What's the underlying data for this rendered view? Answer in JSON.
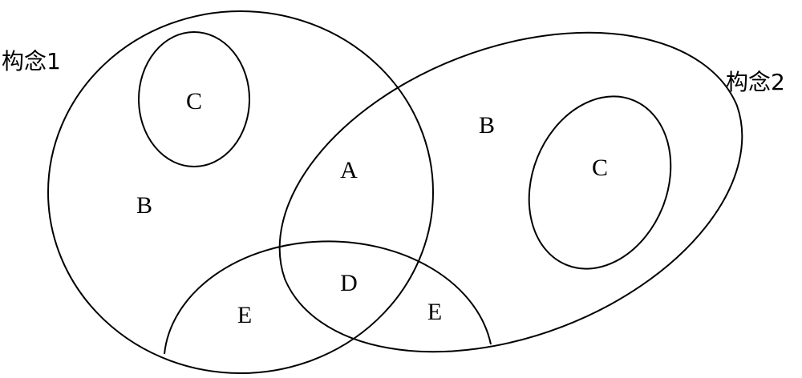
{
  "construct1_label": "构念1",
  "construct2_label": "构念2",
  "regions": {
    "c_left": "C",
    "b_left": "B",
    "a_center": "A",
    "b_right": "B",
    "c_right": "C",
    "d_center": "D",
    "e_left": "E",
    "e_right": "E"
  },
  "colors": {
    "stroke": "#000000",
    "background": "#ffffff"
  }
}
